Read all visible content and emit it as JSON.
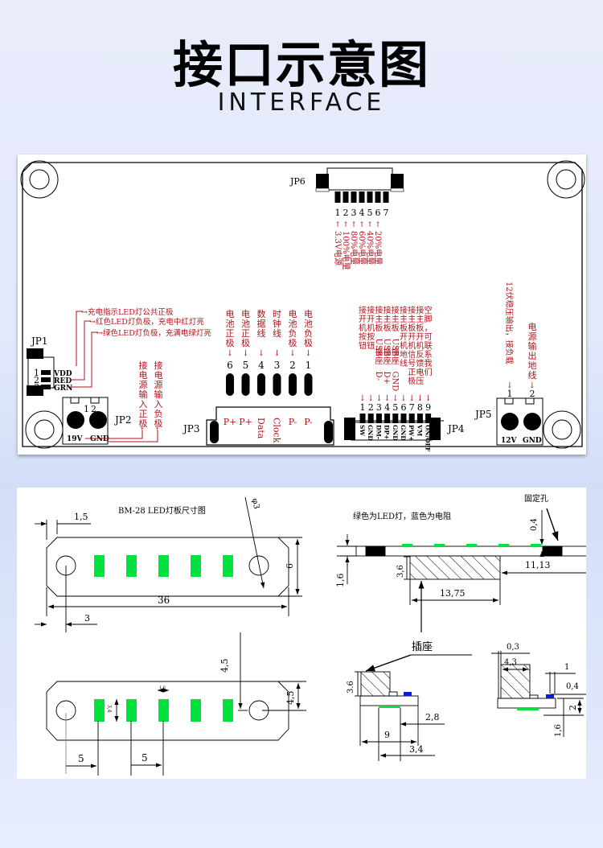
{
  "header": {
    "title": "接口示意图",
    "subtitle": "INTERFACE"
  },
  "colors": {
    "annotation_red": "#b3121b",
    "led_green": "#00e23c",
    "resistor_blue": "#0a1ed8",
    "background": "#e4e9fb"
  },
  "interface_board": {
    "jp1": {
      "label": "JP1",
      "pins": [
        {
          "num": "1",
          "name": "VDD",
          "desc": "充电指示LED灯公共正极"
        },
        {
          "num": "2",
          "name": "RED",
          "desc": "红色LED灯负极，充电中红灯亮"
        },
        {
          "num": "3",
          "name": "GRN",
          "desc": "绿色LED灯负极，充满电绿灯亮"
        }
      ]
    },
    "jp2": {
      "label": "JP2",
      "pins": [
        {
          "num": "1",
          "name": "19V",
          "desc": "接电源输入正极"
        },
        {
          "num": "2",
          "name": "GND",
          "desc": "接电源输入负极"
        }
      ]
    },
    "jp3": {
      "label": "JP3",
      "pins": [
        {
          "num": "6",
          "name": "P+",
          "desc": "电池正极"
        },
        {
          "num": "5",
          "name": "P+",
          "desc": "电池正极"
        },
        {
          "num": "4",
          "name": "Data",
          "desc": "数据线"
        },
        {
          "num": "3",
          "name": "Clock",
          "desc": "时钟线"
        },
        {
          "num": "2",
          "name": "P-",
          "desc": "电池负极"
        },
        {
          "num": "1",
          "name": "P-",
          "desc": "电池负极"
        }
      ]
    },
    "jp4": {
      "label": "JP4",
      "pins": [
        {
          "num": "1",
          "name": "SW",
          "desc": "接开机按钮"
        },
        {
          "num": "2",
          "name": "GND",
          "desc": "接开机按钮"
        },
        {
          "num": "3",
          "name": "DM-",
          "desc": "接主板USB插座D-"
        },
        {
          "num": "4",
          "name": "DP+",
          "desc": "接主板USB插座D+"
        },
        {
          "num": "5",
          "name": "GND",
          "desc": "接主板USB插座GND"
        },
        {
          "num": "6",
          "name": "GND",
          "desc": "接主板开机地线"
        },
        {
          "num": "7",
          "name": "PW+",
          "desc": "接主板开机信号正极"
        },
        {
          "num": "8",
          "name": "VM",
          "desc": "接主板开机反馈电压"
        },
        {
          "num": "9",
          "name": "ON/OFF",
          "desc": "空脚，可联系我们"
        }
      ]
    },
    "jp5": {
      "label": "JP5",
      "pins": [
        {
          "num": "1",
          "name": "12V",
          "desc": "12伏稳压输出，接负载"
        },
        {
          "num": "2",
          "name": "GND",
          "desc": "电源输出地线"
        }
      ]
    },
    "jp6": {
      "label": "JP6",
      "pins": [
        {
          "num": "1",
          "desc": "3.3V电源"
        },
        {
          "num": "2",
          "desc": "100%电量"
        },
        {
          "num": "3",
          "desc": "80%电量"
        },
        {
          "num": "4",
          "desc": "60%电量"
        },
        {
          "num": "5",
          "desc": "40%电量"
        },
        {
          "num": "6",
          "desc": "20%电量"
        },
        {
          "num": "7",
          "desc": ""
        }
      ]
    }
  },
  "dimension_drawing": {
    "title": "BM-28 LED灯板尺寸图",
    "top_view": {
      "dims": {
        "edge_chamfer": "1,5",
        "hole_dia": "φ3",
        "height": "9",
        "length": "36",
        "hole_offset": "3"
      }
    },
    "bottom_view": {
      "dims": {
        "led_width": "1,6",
        "led_height": "3,4",
        "top_margin": "4,5",
        "hole_center": "4,5",
        "first_led_offset": "5",
        "led_pitch": "5"
      }
    },
    "side_view": {
      "note": "绿色为LED灯，蓝色为电阻",
      "fixing_hole_label": "固定孔",
      "dims": {
        "led_thickness": "0,4",
        "board_thickness": "1,6",
        "socket_height": "3,6",
        "socket_width": "13,75",
        "right_offset": "11,13"
      }
    },
    "socket_label": "插座",
    "end_view_left": {
      "dims": {
        "socket_height": "3.6",
        "offset": "2,8",
        "width": "9",
        "led_width": "3,4"
      }
    },
    "end_view_right": {
      "dims": {
        "gap": "0,3",
        "socket_width": "4,3",
        "resistor_width": "1",
        "resistor_height": "0,4",
        "height": "2",
        "board_thickness": "1,6"
      }
    }
  }
}
